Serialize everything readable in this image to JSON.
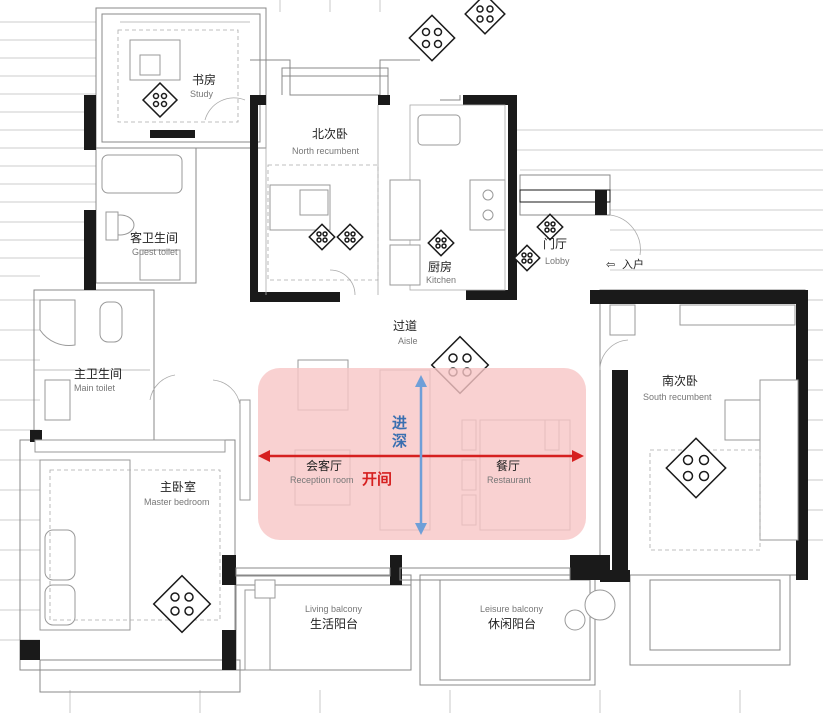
{
  "rooms": {
    "study": {
      "zh": "书房",
      "en": "Study"
    },
    "guest_toilet": {
      "zh": "客卫生间",
      "en": "Guest toilet"
    },
    "north_bedroom": {
      "zh": "北次卧",
      "en": "North recumbent"
    },
    "kitchen": {
      "zh": "厨房",
      "en": "Kitchen"
    },
    "lobby": {
      "zh": "门厅",
      "en": "Lobby"
    },
    "aisle": {
      "zh": "过道",
      "en": "Aisle"
    },
    "main_toilet": {
      "zh": "主卫生间",
      "en": "Main toilet"
    },
    "reception_room": {
      "zh": "会客厅",
      "en": "Reception room"
    },
    "restaurant": {
      "zh": "餐厅",
      "en": "Restaurant"
    },
    "south_bedroom": {
      "zh": "南次卧",
      "en": "South recumbent"
    },
    "master_bedroom": {
      "zh": "主卧室",
      "en": "Master bedroom"
    },
    "living_balcony": {
      "zh": "生活阳台",
      "en": "Living balcony"
    },
    "leisure_balcony": {
      "zh": "休闲阳台",
      "en": "Leisure balcony"
    }
  },
  "entrance_label": "入户",
  "annotations": {
    "width_label": "开间",
    "depth_label_top": "进",
    "depth_label_bottom": "深"
  },
  "colors": {
    "highlight_fill": "#f7c6c6",
    "width_arrow": "#d62020",
    "depth_arrow": "#6f9fd8",
    "wall": "#1a1a1a"
  }
}
